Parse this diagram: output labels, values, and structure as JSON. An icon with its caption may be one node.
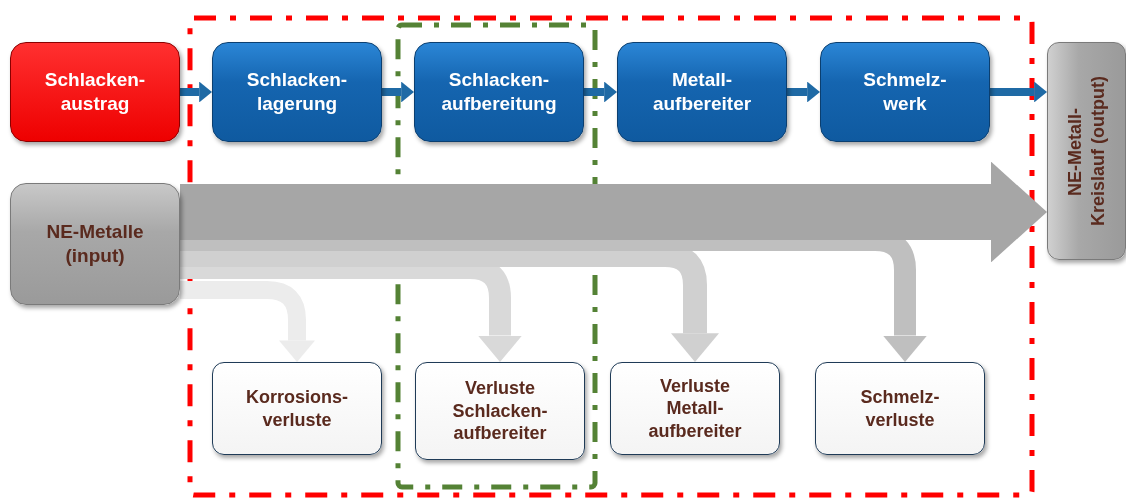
{
  "diagram": {
    "nodes": [
      {
        "text": [],
        "shape": "box"
      },
      {
        "text": [],
        "shape": "box",
        "in": 0
      },
      {
        "text": [
          "Schlacken- austrag"
        ]
      },
      {
        "text": [
          "Schlacken- lagerung"
        ],
        "in": 0
      },
      {
        "text": [
          "Schlacken- aufbereitung"
        ],
        "in": 1
      },
      {
        "text": [
          "Metall- aufbereiter"
        ],
        "in": 0
      },
      {
        "text": [
          "Schmelz- werk"
        ],
        "in": 0
      },
      {
        "text": [
          "NE-Metall- Kreislauf (output)"
        ]
      },
      {
        "text": [
          "NE-Metalle (input)"
        ]
      },
      {
        "text": [
          "Korrosions- verluste"
        ],
        "in": 0
      },
      {
        "text": [
          "Verluste Schlacken- aufbereiter"
        ],
        "in": 1
      },
      {
        "text": [
          "Verluste Metall- aufbereiter"
        ],
        "in": 0
      },
      {
        "text": [
          "Schmelz- verluste"
        ],
        "in": 0
      }
    ],
    "edges": [
      {
        "from": 2,
        "to": 3,
        "arrow": "to"
      },
      {
        "from": 3,
        "to": 4,
        "arrow": "to"
      },
      {
        "from": 4,
        "to": 5,
        "arrow": "to"
      },
      {
        "from": 5,
        "to": 6,
        "arrow": "to"
      },
      {
        "from": 6,
        "to": 7,
        "arrow": "to"
      },
      {
        "from": 8,
        "to": 7,
        "arrow": "to",
        "style": "thick",
        "color": "#a6a6a6"
      },
      {
        "from": 8,
        "to": 12,
        "arrow": "to",
        "style": "thick",
        "color": "#bfbfbf"
      },
      {
        "from": 8,
        "to": 11,
        "arrow": "to",
        "style": "thick",
        "color": "#d0d0d0"
      },
      {
        "from": 8,
        "to": 10,
        "arrow": "to",
        "style": "thick",
        "color": "#d9d9d9"
      },
      {
        "from": 8,
        "to": 9,
        "arrow": "to",
        "style": "thick",
        "color": "#ececec"
      }
    ]
  }
}
